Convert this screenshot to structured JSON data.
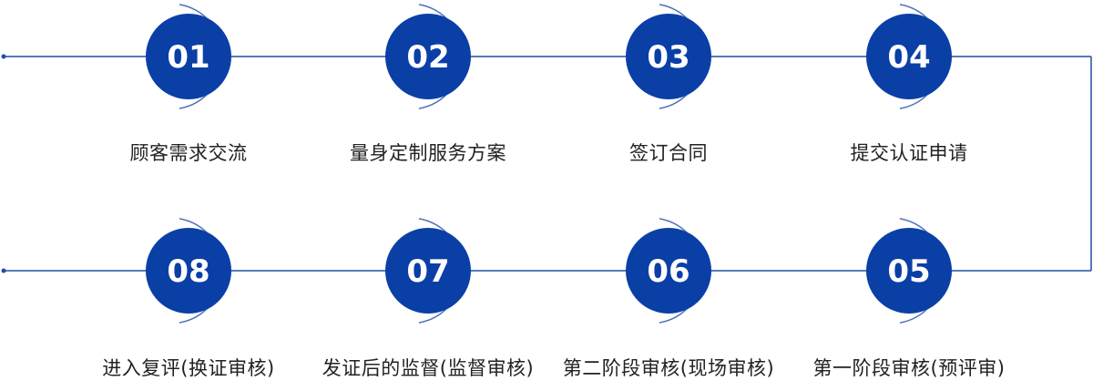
{
  "colors": {
    "circle_fill": "#0a3fa6",
    "connector": "#1f4fa6",
    "arc": "#4f73bd",
    "number_text": "#ffffff",
    "label_text": "#222222"
  },
  "steps": [
    {
      "number": "01",
      "label": "顾客需求交流"
    },
    {
      "number": "02",
      "label": "量身定制服务方案"
    },
    {
      "number": "03",
      "label": "签订合同"
    },
    {
      "number": "04",
      "label": "提交认证申请"
    },
    {
      "number": "05",
      "label": "第一阶段审核(预评审)"
    },
    {
      "number": "06",
      "label": "第二阶段审核(现场审核)"
    },
    {
      "number": "07",
      "label": "发证后的监督(监督审核)"
    },
    {
      "number": "08",
      "label": "进入复评(换证审核)"
    }
  ]
}
